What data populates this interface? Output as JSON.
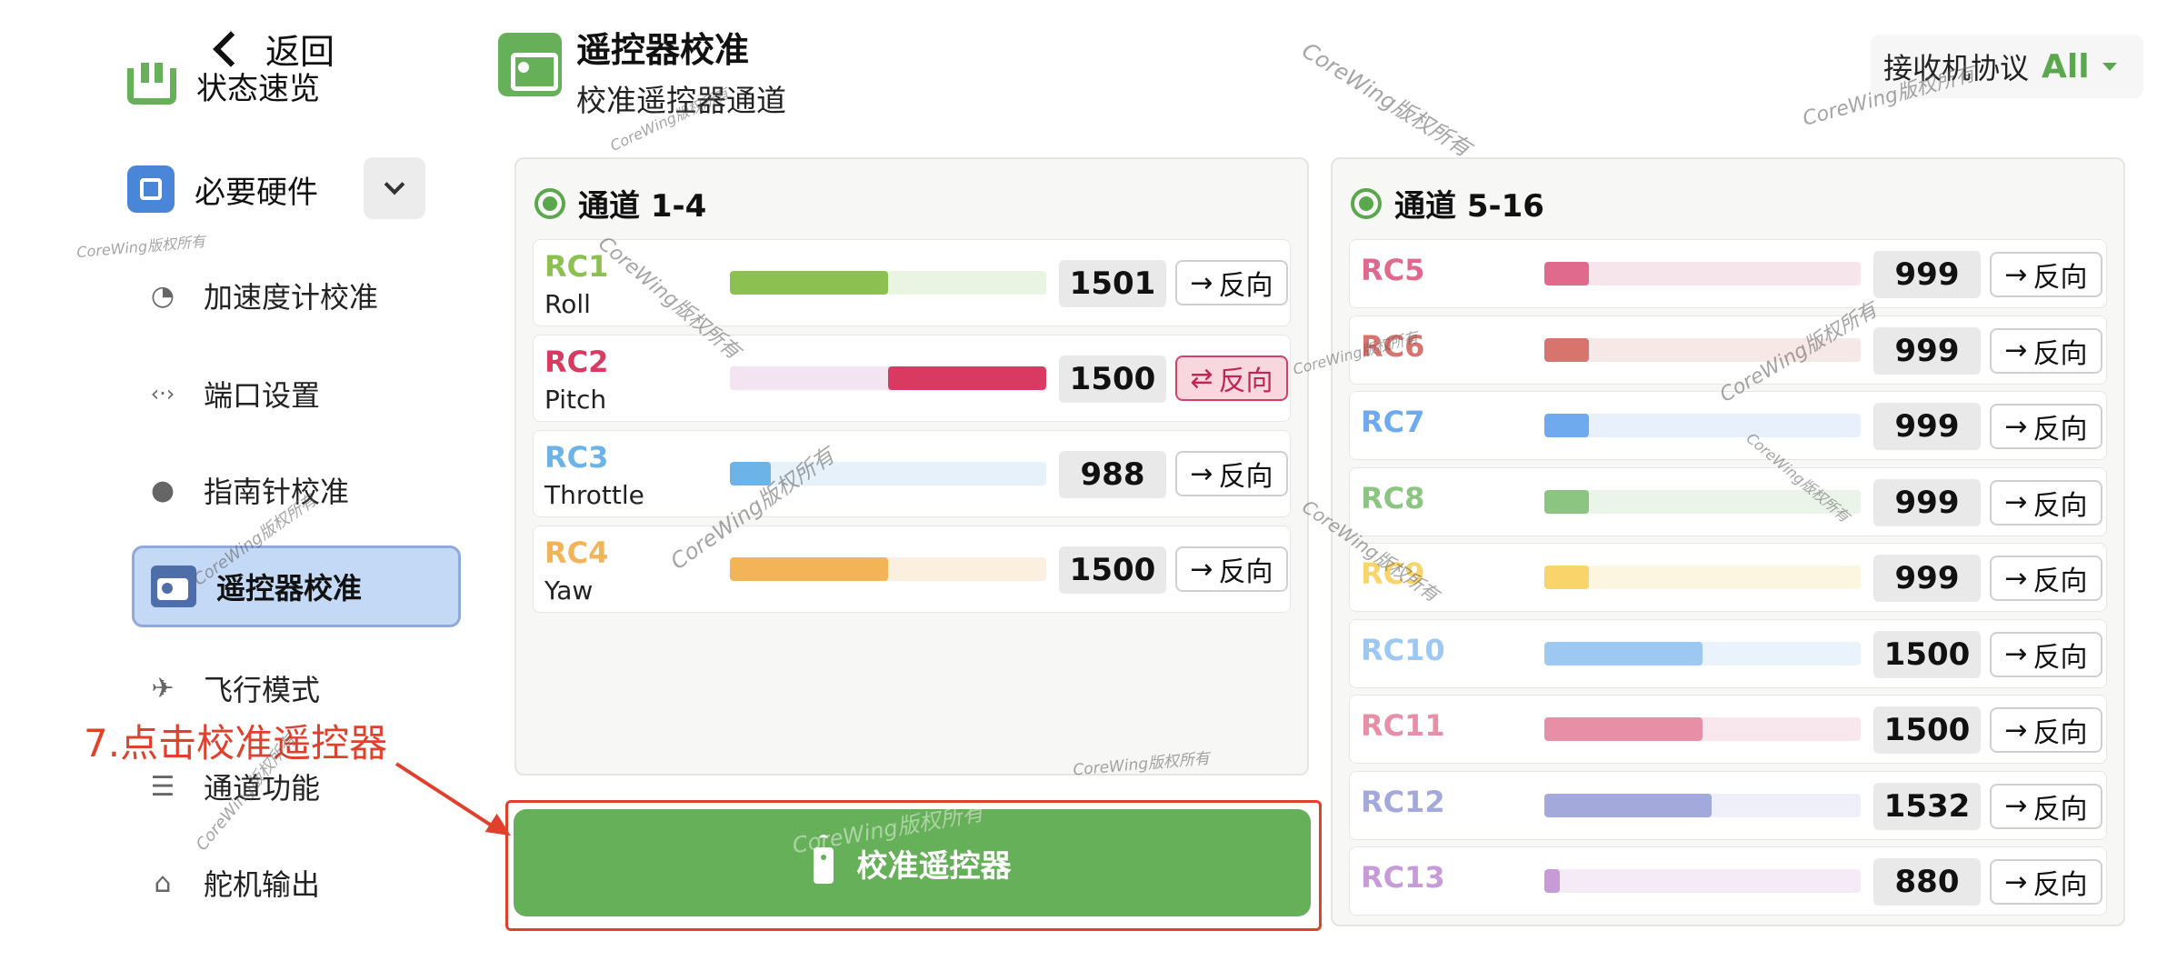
{
  "sidebar": {
    "back_label": "返回",
    "status_label": "状态速览",
    "required_hw_label": "必要硬件",
    "items": [
      {
        "label": "加速度计校准",
        "icon": "gauge-icon"
      },
      {
        "label": "端口设置",
        "icon": "code-icon"
      },
      {
        "label": "指南针校准",
        "icon": "compass-icon"
      },
      {
        "label": "遥控器校准",
        "icon": "radio-icon",
        "active": true
      },
      {
        "label": "飞行模式",
        "icon": "plane-icon"
      },
      {
        "label": "通道功能",
        "icon": "sliders-icon"
      },
      {
        "label": "舵机输出",
        "icon": "servo-icon"
      }
    ]
  },
  "header": {
    "title": "遥控器校准",
    "subtitle": "校准遥控器通道",
    "protocol_label": "接收机协议",
    "protocol_value": "All"
  },
  "panel_left": {
    "title": "通道 1-4",
    "rows": [
      {
        "name": "RC1",
        "sub": "Roll",
        "value": "1501",
        "reverse": "反向",
        "reversed": false,
        "color": "#8cc152",
        "light": "#eaf4e2",
        "from": 0.0,
        "to": 0.5
      },
      {
        "name": "RC2",
        "sub": "Pitch",
        "value": "1500",
        "reverse": "反向",
        "reversed": true,
        "color": "#d83a62",
        "light": "#f2e4f0",
        "from": 0.5,
        "to": 1.0
      },
      {
        "name": "RC3",
        "sub": "Throttle",
        "value": "988",
        "reverse": "反向",
        "reversed": false,
        "color": "#6cb4e8",
        "light": "#e6f1fa",
        "from": 0.0,
        "to": 0.13
      },
      {
        "name": "RC4",
        "sub": "Yaw",
        "value": "1500",
        "reverse": "反向",
        "reversed": false,
        "color": "#f3b457",
        "light": "#fbf0e0",
        "from": 0.0,
        "to": 0.5
      }
    ]
  },
  "panel_right": {
    "title": "通道 5-16",
    "rows": [
      {
        "name": "RC5",
        "value": "999",
        "reverse": "反向",
        "color": "#e06a8e",
        "light": "#f6e6ec",
        "to": 0.14
      },
      {
        "name": "RC6",
        "value": "999",
        "reverse": "反向",
        "color": "#d8746e",
        "light": "#f6e8e6",
        "to": 0.14
      },
      {
        "name": "RC7",
        "value": "999",
        "reverse": "反向",
        "color": "#6fa9ee",
        "light": "#e8f1fb",
        "to": 0.14
      },
      {
        "name": "RC8",
        "value": "999",
        "reverse": "反向",
        "color": "#8bc581",
        "light": "#eaf4e8",
        "to": 0.14
      },
      {
        "name": "RC9",
        "value": "999",
        "reverse": "反向",
        "color": "#f8d46a",
        "light": "#fcf5e0",
        "to": 0.14
      },
      {
        "name": "RC10",
        "value": "1500",
        "reverse": "反向",
        "color": "#9cc8f2",
        "light": "#eaf2fb",
        "to": 0.5
      },
      {
        "name": "RC11",
        "value": "1500",
        "reverse": "反向",
        "color": "#e88fa8",
        "light": "#f8e8ee",
        "to": 0.5
      },
      {
        "name": "RC12",
        "value": "1532",
        "reverse": "反向",
        "color": "#a3a9da",
        "light": "#eeeff8",
        "to": 0.53
      },
      {
        "name": "RC13",
        "value": "880",
        "reverse": "反向",
        "color": "#c79ad8",
        "light": "#f4ebf7",
        "to": 0.05
      }
    ]
  },
  "calibrate_button": "校准遥控器",
  "annotation": "7.点击校准遥控器",
  "watermark": "CoreWing版权所有"
}
